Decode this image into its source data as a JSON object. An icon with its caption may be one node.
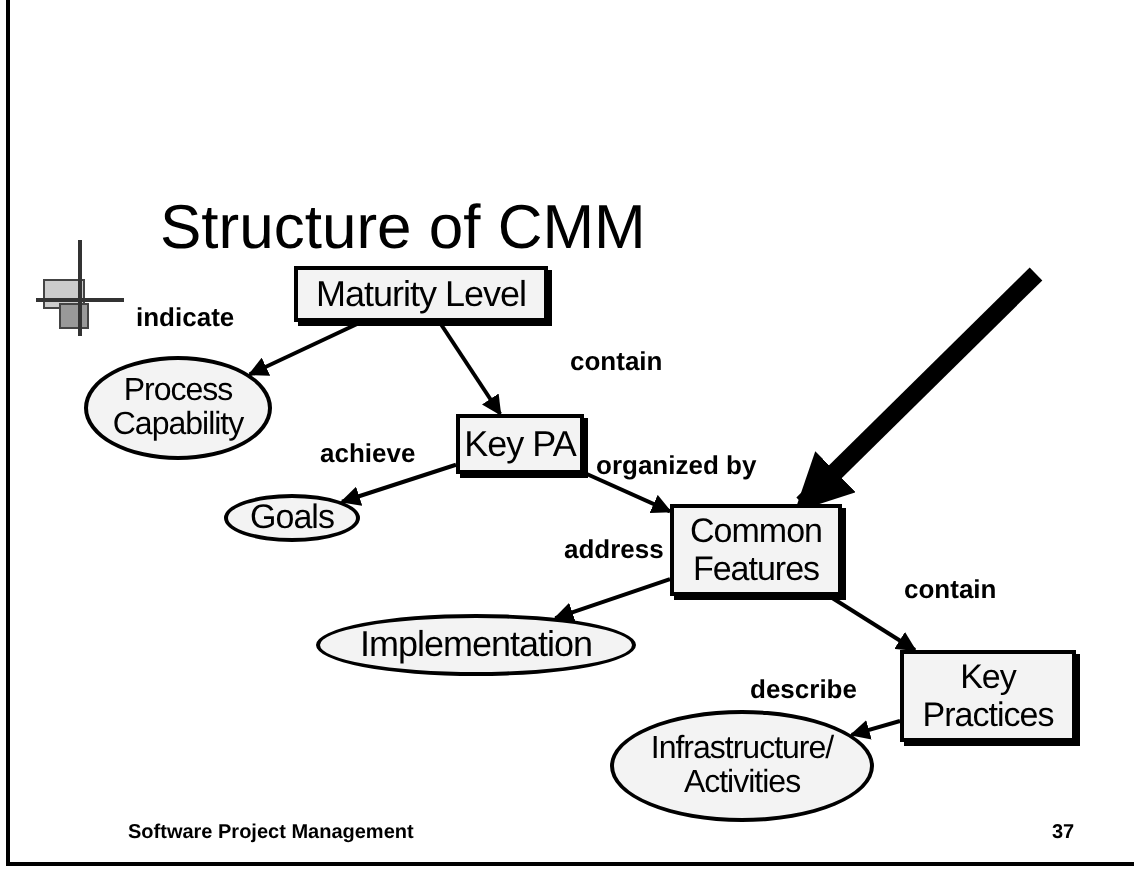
{
  "diagram": {
    "title": "Structure of CMM",
    "nodes": [
      {
        "text": [
          "Maturity Level"
        ]
      },
      {
        "text": [
          "Process Capability"
        ]
      },
      {
        "text": [
          "Key PA"
        ]
      },
      {
        "text": [
          "Goals"
        ]
      },
      {
        "text": [
          "Common Features"
        ]
      },
      {
        "text": [
          "Implementation"
        ]
      },
      {
        "text": [
          "Key Practices"
        ]
      },
      {
        "text": [
          "Infrastructure/ Activities"
        ]
      }
    ],
    "edges": [
      {
        "from": 0,
        "to": 1,
        "arrow": "to",
        "label": "indicate"
      },
      {
        "from": 0,
        "to": 2,
        "arrow": "to",
        "label": "contain"
      },
      {
        "from": 2,
        "to": 3,
        "arrow": "to",
        "label": "achieve"
      },
      {
        "from": 2,
        "to": 4,
        "arrow": "to",
        "label": "organized by"
      },
      {
        "from": 4,
        "to": 5,
        "arrow": "to",
        "label": "address"
      },
      {
        "from": 4,
        "to": 6,
        "arrow": "to",
        "label": "contain"
      },
      {
        "from": 6,
        "to": 7,
        "arrow": "to",
        "label": "describe"
      },
      {
        "from": null,
        "to": 4,
        "arrow": "to",
        "style": "thick"
      }
    ],
    "labels": [
      "Software Project Management",
      "37"
    ]
  }
}
